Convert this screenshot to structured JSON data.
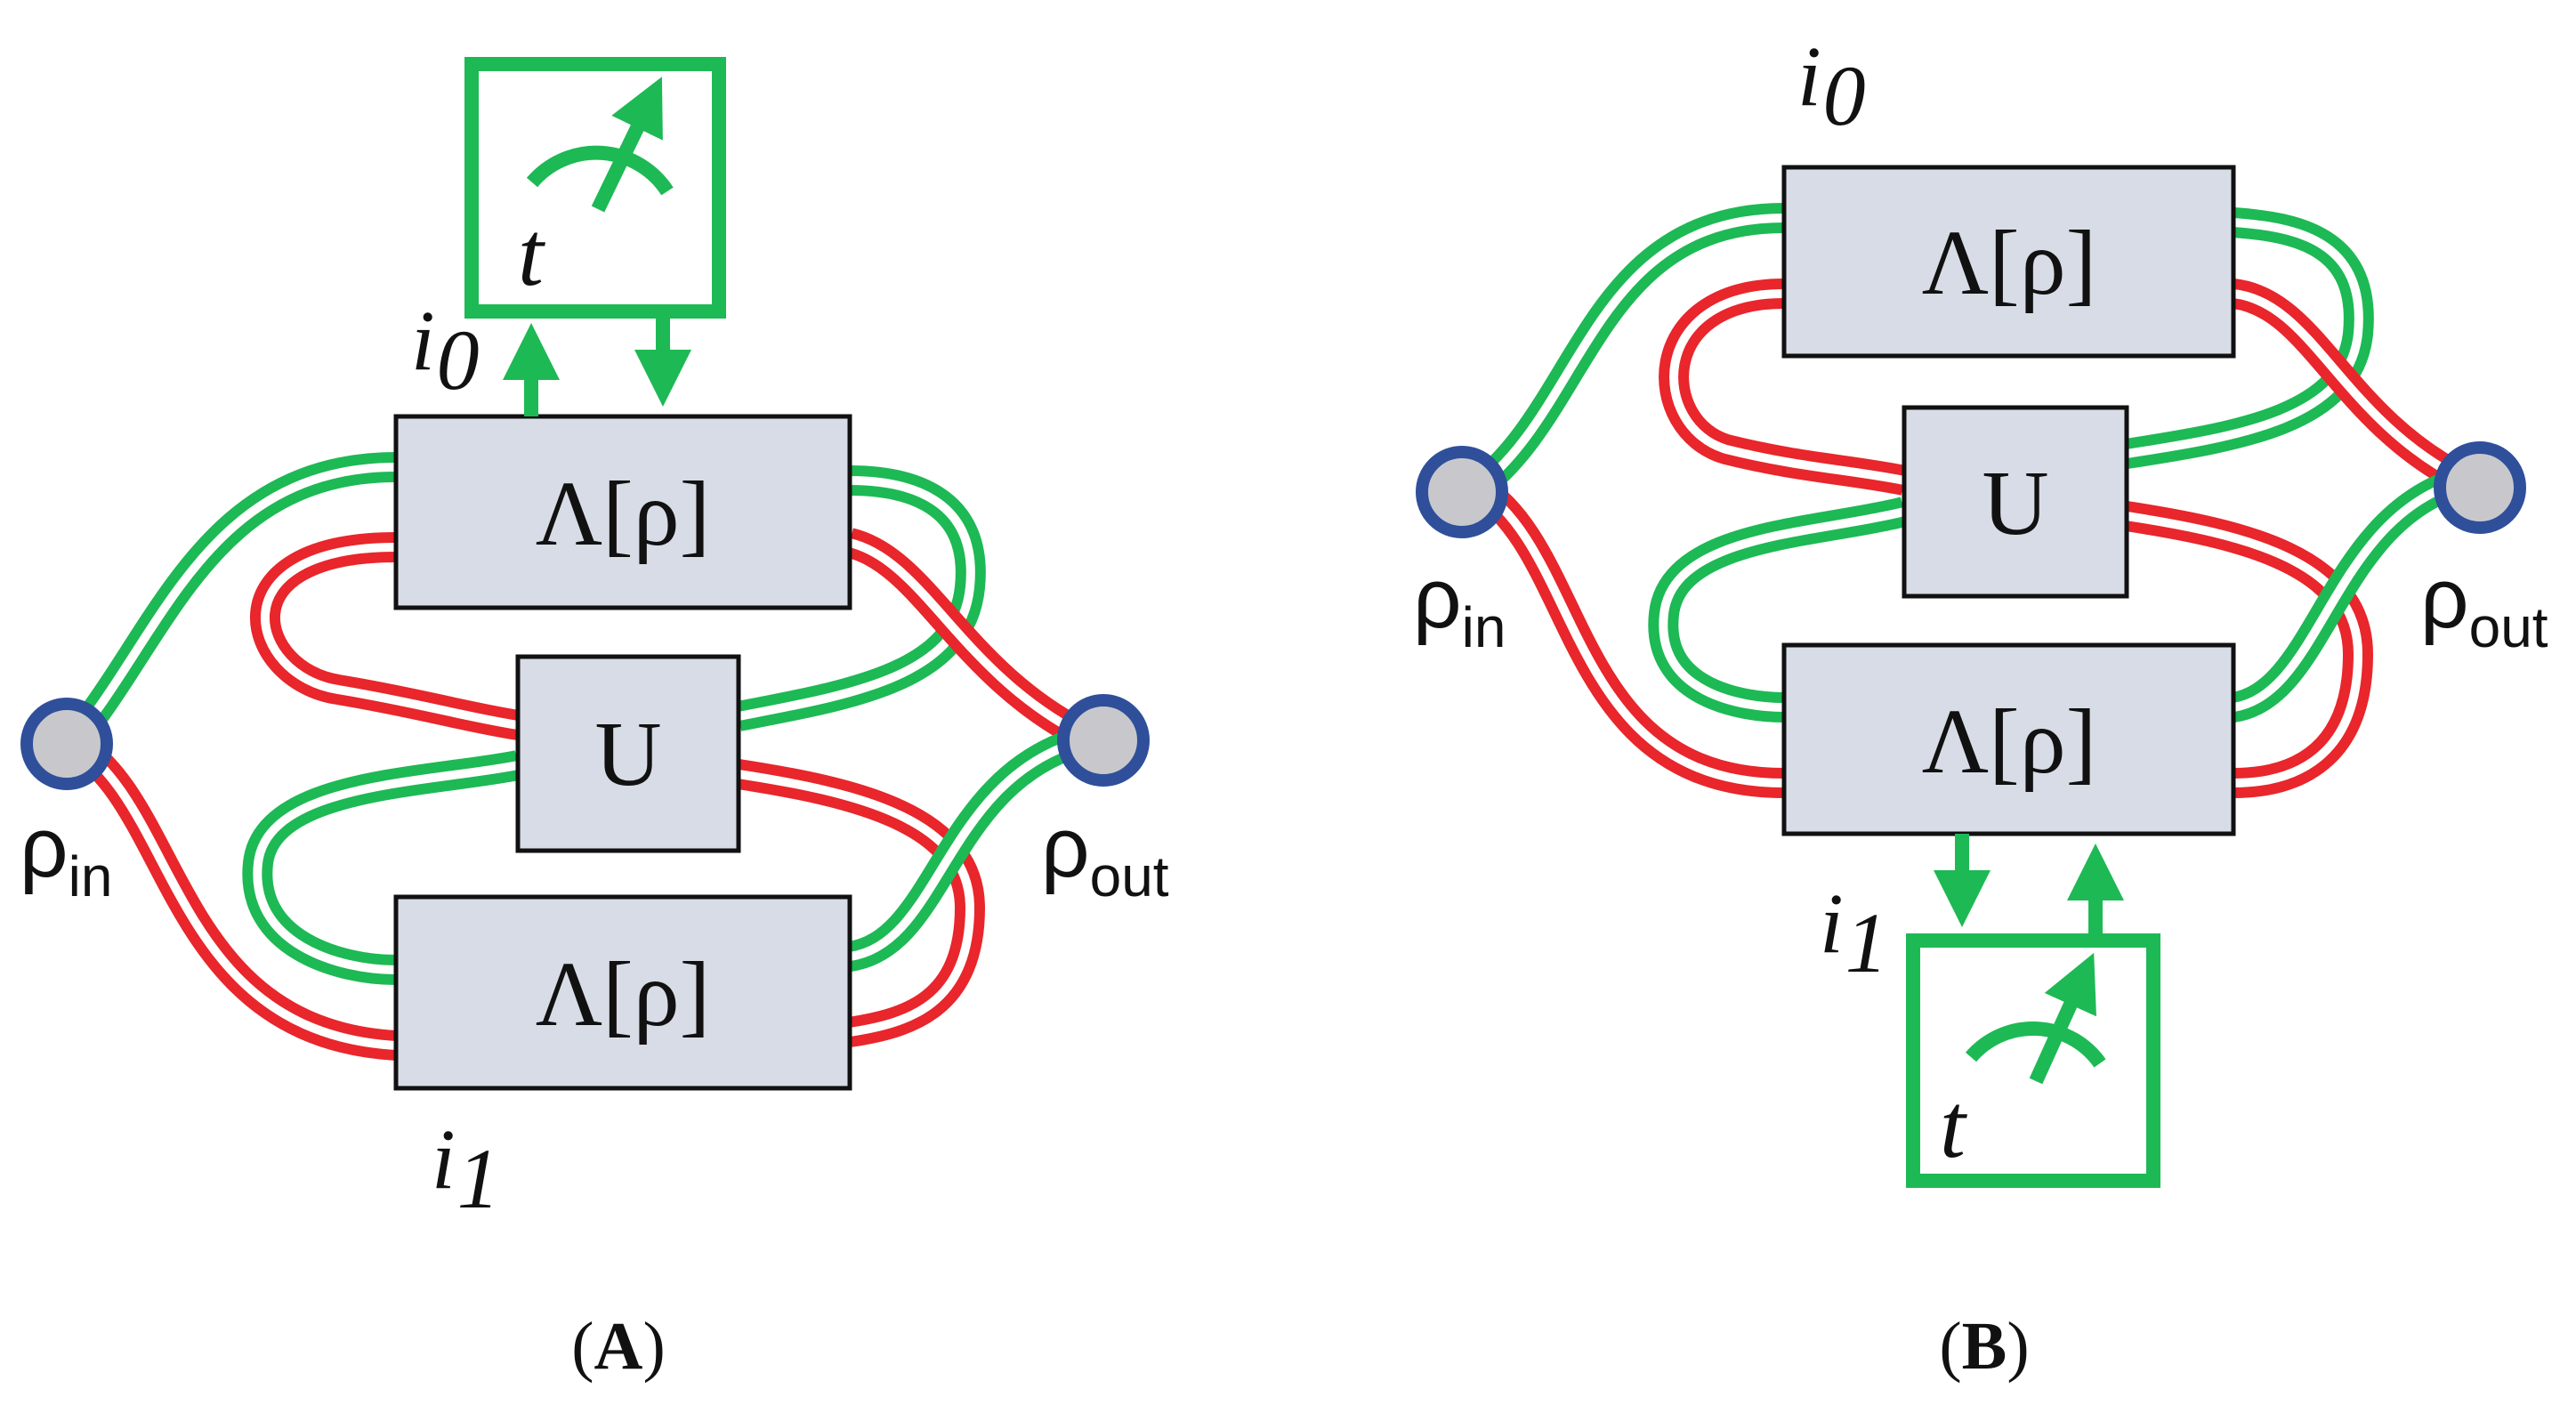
{
  "colors": {
    "green": "#1db954",
    "red": "#e8262b",
    "box_fill": "#d8dce6",
    "node_fill": "#c8c8cc",
    "node_ring": "#2f4f9a",
    "meter": "#1db954"
  },
  "panel_a": {
    "box_top": "Λ[ρ]",
    "box_mid": "U",
    "box_bottom": "Λ[ρ]",
    "idx_top": "i",
    "idx_top_sub": "0",
    "idx_bottom": "i",
    "idx_bottom_sub": "1",
    "meter_label": "t",
    "rho_in": "ρ",
    "rho_in_sub": "in",
    "rho_out": "ρ",
    "rho_out_sub": "out",
    "caption_open": "(",
    "caption_letter": "A",
    "caption_close": ")"
  },
  "panel_b": {
    "box_top": "Λ[ρ]",
    "box_mid": "U",
    "box_bottom": "Λ[ρ]",
    "idx_top": "i",
    "idx_top_sub": "0",
    "idx_bottom": "i",
    "idx_bottom_sub": "1",
    "meter_label": "t",
    "rho_in": "ρ",
    "rho_in_sub": "in",
    "rho_out": "ρ",
    "rho_out_sub": "out",
    "caption_open": "(",
    "caption_letter": "B",
    "caption_close": ")"
  }
}
